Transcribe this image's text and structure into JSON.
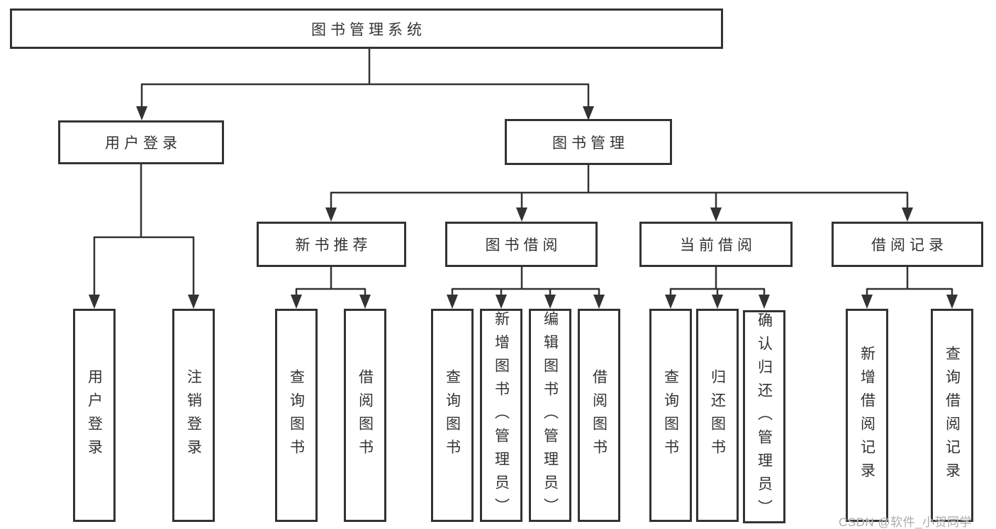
{
  "colors": {
    "line": "#333333",
    "box_border": "#333333",
    "text": "#333333",
    "box_background": "#ffffff",
    "page_background": "#ffffff",
    "watermark": "#ababab"
  },
  "watermark": {
    "text": "CSDN @软件_小贺同学"
  },
  "tree": {
    "label": "图书管理系统",
    "children": [
      {
        "label": "用户登录",
        "children": [
          {
            "label": "用户登录"
          },
          {
            "label": "注销登录"
          }
        ]
      },
      {
        "label": "图书管理",
        "children": [
          {
            "label": "新书推荐",
            "children": [
              {
                "label": "查询图书"
              },
              {
                "label": "借阅图书"
              }
            ]
          },
          {
            "label": "图书借阅",
            "children": [
              {
                "label": "查询图书"
              },
              {
                "label": "新增图书（管理员）"
              },
              {
                "label": "编辑图书（管理员）"
              },
              {
                "label": "借阅图书"
              }
            ]
          },
          {
            "label": "当前借阅",
            "children": [
              {
                "label": "查询图书"
              },
              {
                "label": "归还图书"
              },
              {
                "label": "确认归还（管理员）"
              }
            ]
          },
          {
            "label": "借阅记录",
            "children": [
              {
                "label": "新增借阅记录"
              },
              {
                "label": "查询借阅记录"
              }
            ]
          }
        ]
      }
    ]
  }
}
